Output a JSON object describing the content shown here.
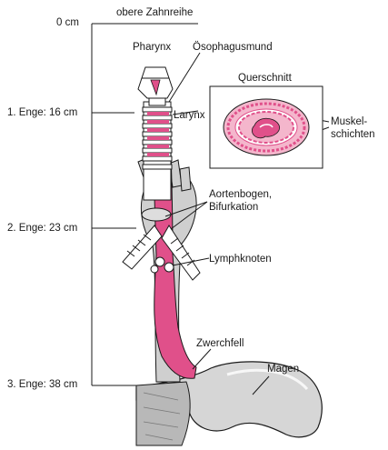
{
  "scale": {
    "top_label": "obere Zahnreihe",
    "marks": [
      {
        "text": "0 cm"
      },
      {
        "text": "1. Enge: 16 cm"
      },
      {
        "text": "2. Enge: 23 cm"
      },
      {
        "text": "3. Enge: 38 cm"
      }
    ]
  },
  "labels": {
    "pharynx": "Pharynx",
    "oesophagusmund": "Ösophagusmund",
    "larynx": "Larynx",
    "aortenbogen": "Aortenbogen,",
    "bifurkation": "Bifurkation",
    "lymphknoten": "Lymphknoten",
    "zwerchfell": "Zwerchfell",
    "magen": "Magen"
  },
  "inset": {
    "title": "Querschnitt",
    "muscle_line1": "Muskel-",
    "muscle_line2": "schichten"
  },
  "colors": {
    "oesophagus": "#e0508a",
    "mucosa_light": "#f4b6cc",
    "organ_gray": "#cfcfcf",
    "line": "#1a1a1a"
  }
}
